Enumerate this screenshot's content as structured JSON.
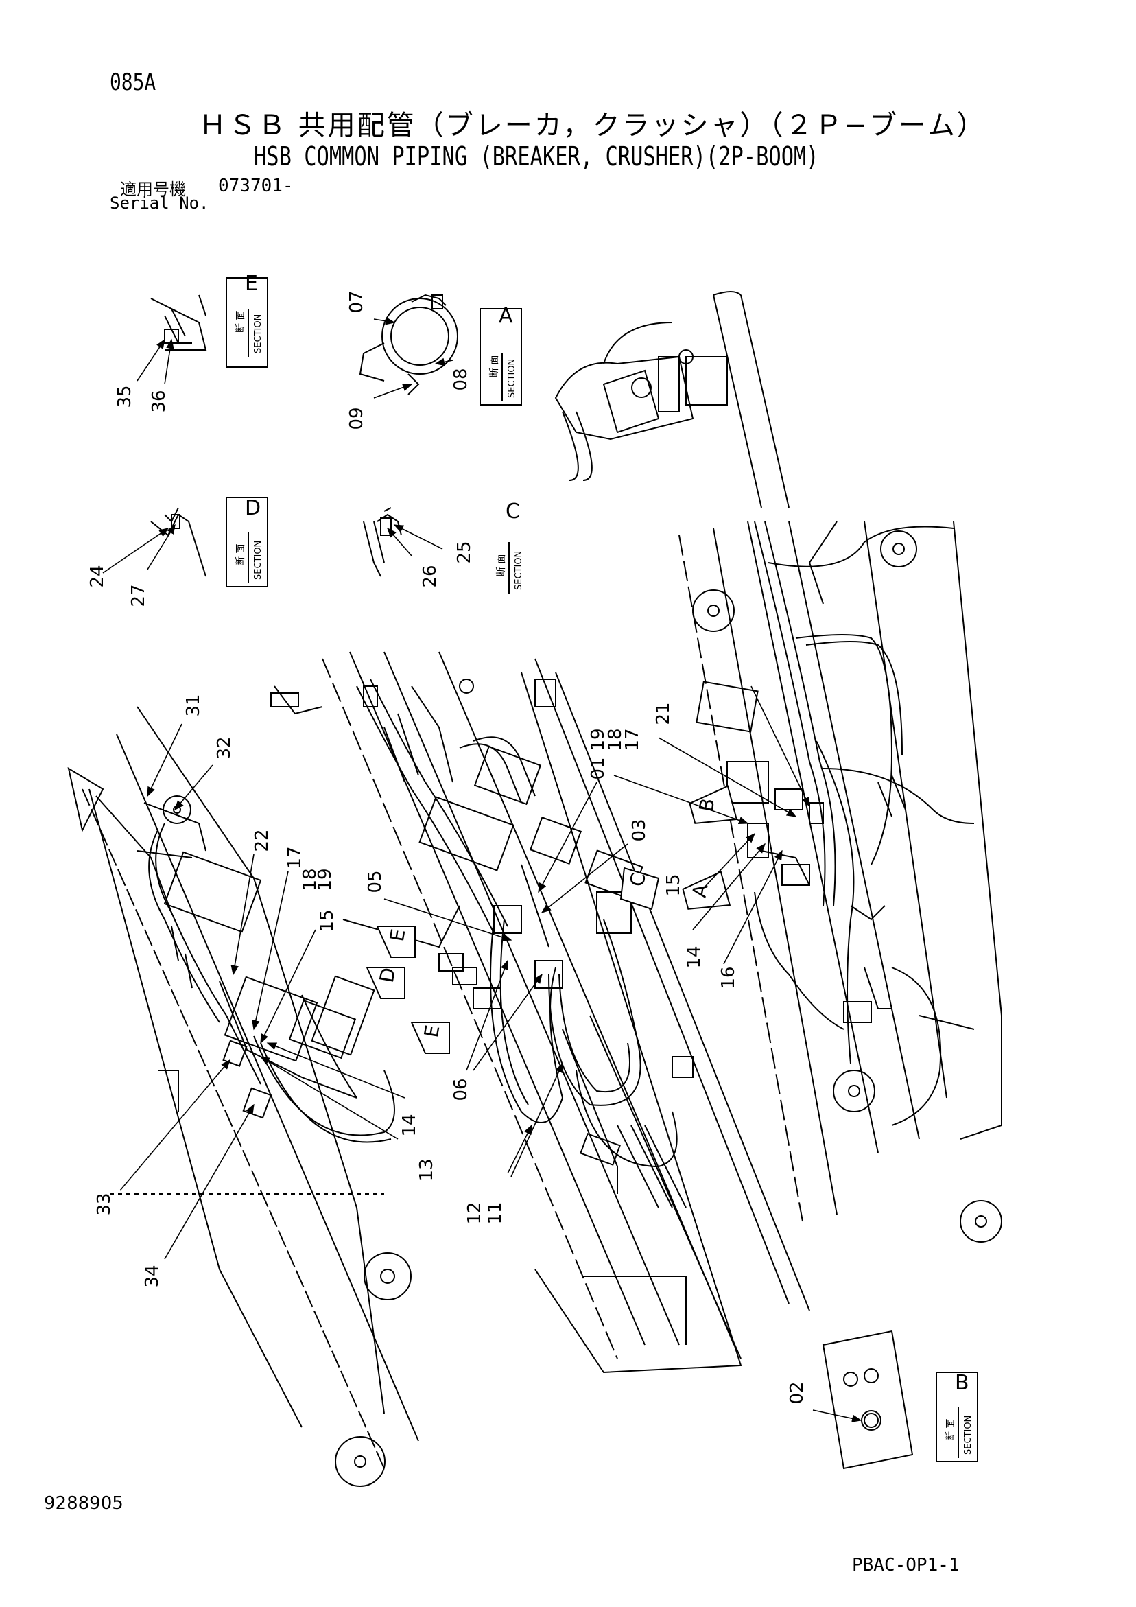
{
  "header": {
    "page_code": "085A",
    "title_jp": "ＨＳＢ 共用配管（ブレーカ，クラッシャ）（２Ｐ−ブーム）",
    "title_en": "HSB COMMON PIPING (BREAKER, CRUSHER)(2P-BOOM)",
    "serial_label_jp": "適用号機",
    "serial_value": "073701-",
    "serial_label_en": "Serial No."
  },
  "section_label": {
    "jp": "断 面",
    "en": "SECTION"
  },
  "section_views": [
    {
      "letter": "E",
      "parts": [
        "35",
        "36"
      ]
    },
    {
      "letter": "A",
      "parts": [
        "07",
        "08",
        "09"
      ]
    },
    {
      "letter": "D",
      "parts": [
        "24",
        "27"
      ]
    },
    {
      "letter": "C",
      "parts": [
        "25",
        "26"
      ]
    },
    {
      "letter": "B",
      "parts": [
        "02"
      ]
    }
  ],
  "callouts": {
    "left_boom": [
      "31",
      "32",
      "22",
      "17",
      "18",
      "19",
      "15",
      "14",
      "13",
      "33",
      "34"
    ],
    "center_boom": [
      "19",
      "18",
      "17",
      "01",
      "03",
      "05",
      "06",
      "12",
      "11"
    ],
    "right_boom": [
      "21",
      "15",
      "14",
      "16"
    ]
  },
  "view_markers": [
    "A",
    "B",
    "C",
    "D",
    "E",
    "E"
  ],
  "footer": {
    "drawing_number": "9288905",
    "sheet_ref": "PBAC-OP1-1"
  }
}
